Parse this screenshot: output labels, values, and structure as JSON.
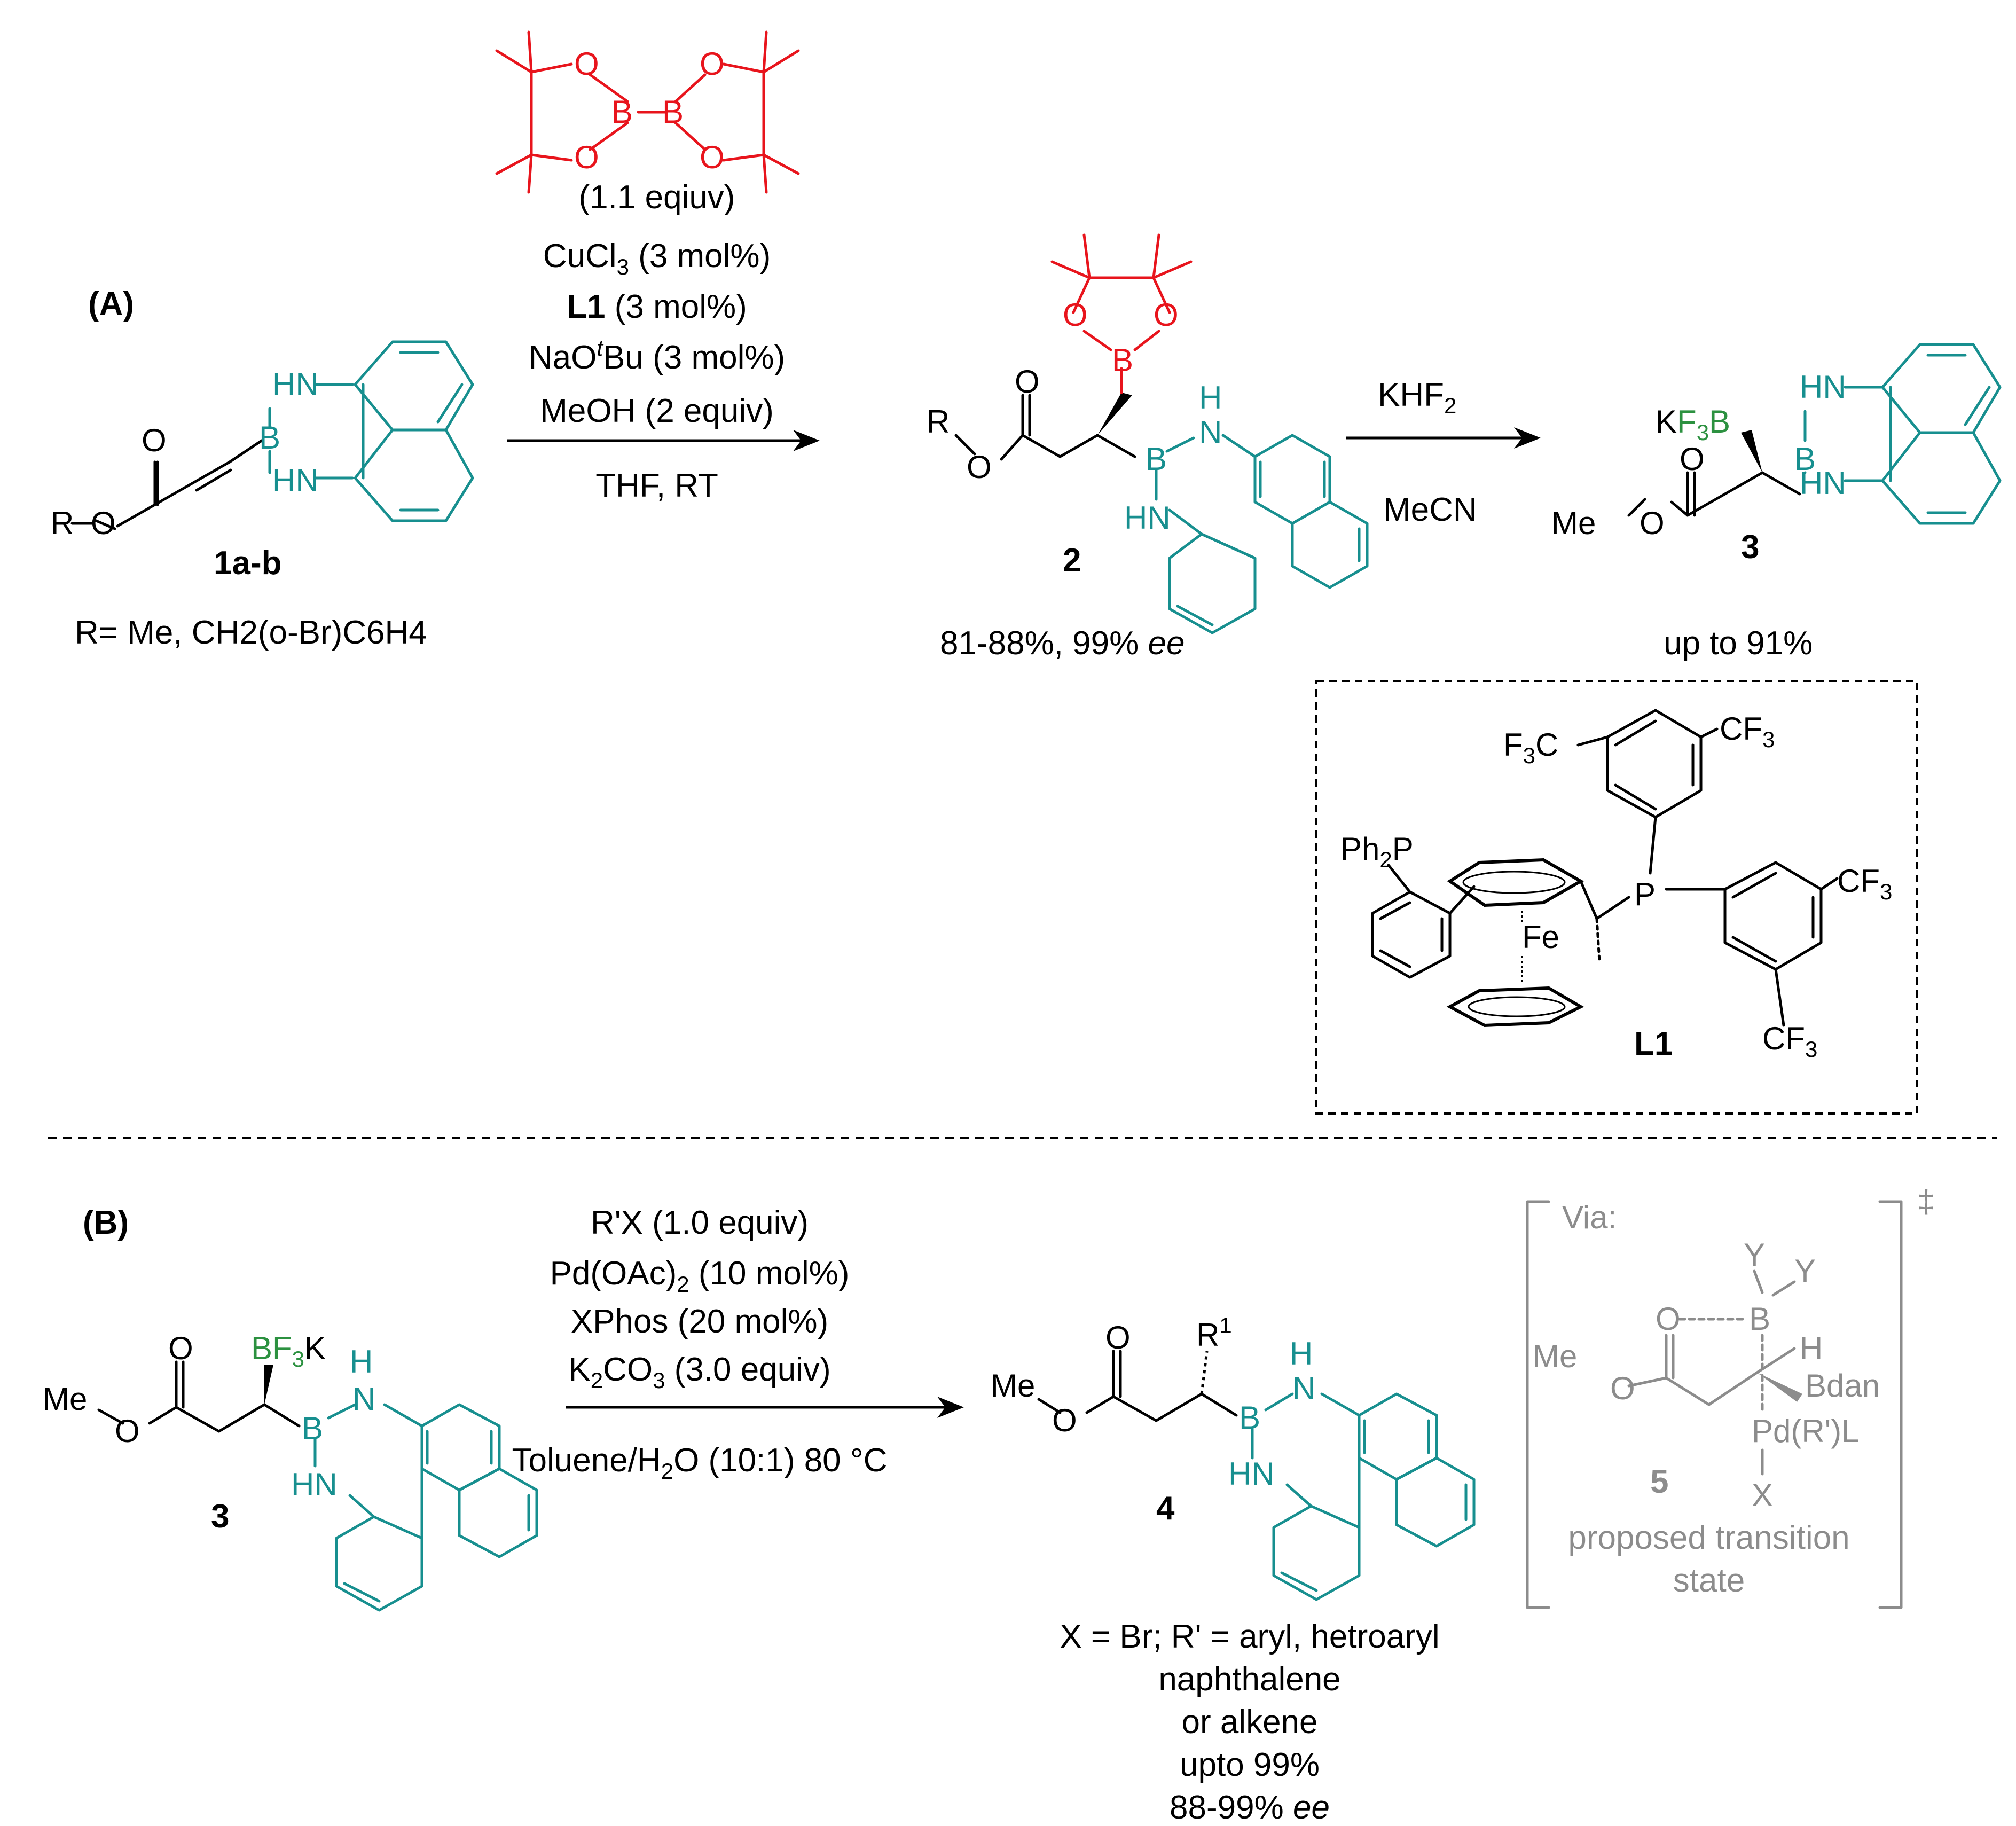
{
  "panel_a": {
    "label": "(A)",
    "start": {
      "hn_top": "HN",
      "hn_bottom": "HN",
      "boron": "B",
      "ester_o_carbonyl": "O",
      "ester_o": "O",
      "r_group": "R",
      "compound": "1a-b",
      "r_def": "R= Me, CH2(o-Br)C6H4"
    },
    "conditions": [
      "(1.1 eqiuv)",
      "CuCl3 (3 mol%)",
      "L1 (3 mol%)",
      "NaOtBu (3 mol%)",
      "MeOH (2 equiv)",
      "THF, RT"
    ],
    "b2pin2": {
      "b": "B",
      "o": "O"
    },
    "product2": {
      "compound": "2",
      "yield": "81-88%, 99% ee",
      "r_group": "R",
      "o": "O",
      "boron": "B",
      "hn_top": "H",
      "n_top": "N",
      "hn_bottom": "HN",
      "pin_b": "B",
      "pin_o": "O"
    },
    "step2": {
      "reagent": "KHF2",
      "solvent": "MeCN"
    },
    "product3": {
      "compound": "3",
      "yield": "up to 91%",
      "kf3b": "KF3B",
      "me": "Me",
      "o": "O",
      "boron": "B",
      "hn_top": "HN",
      "hn_bottom": "HN"
    },
    "ligand": {
      "name": "L1",
      "cf3_tl": "F3C",
      "cf3_tr": "CF3",
      "cf3_r": "CF3",
      "cf3_b": "CF3",
      "ph2p": "Ph2P",
      "p": "P",
      "fe": "Fe"
    }
  },
  "panel_b": {
    "label": "(B)",
    "start": {
      "compound": "3",
      "me": "Me",
      "o": "O",
      "bf3k": "BF3K",
      "boron": "B",
      "hn_top": "H",
      "n_top": "N",
      "hn_bottom": "HN"
    },
    "conditions": [
      "R'X (1.0 equiv)",
      "Pd(OAc)2 (10 mol%)",
      "XPhos (20 mol%)",
      "K2CO3 (3.0 equiv)",
      "Toluene/H2O (10:1) 80 °C"
    ],
    "product4": {
      "compound": "4",
      "me": "Me",
      "o": "O",
      "r1": "R1",
      "boron": "B",
      "hn_top": "H",
      "n_top": "N",
      "hn_bottom": "HN"
    },
    "scope": [
      "X = Br; R' = aryl, hetroaryl",
      "naphthalene",
      "or alkene",
      "upto 99%",
      "88-99% ee"
    ],
    "ts": {
      "via": "Via:",
      "dagger": "‡",
      "y1": "Y",
      "y2": "Y",
      "o": "O",
      "b": "B",
      "h": "H",
      "me": "Me",
      "bdan": "Bdan",
      "pd": "Pd(R')L",
      "x": "X",
      "compound": "5",
      "caption_1": "proposed transition",
      "caption_2": "state"
    }
  },
  "colors": {
    "boron_amine": "#178f8f",
    "pinacol": "#e8141c",
    "bf3": "#2c9140",
    "transition_state": "#8c8c8c"
  }
}
